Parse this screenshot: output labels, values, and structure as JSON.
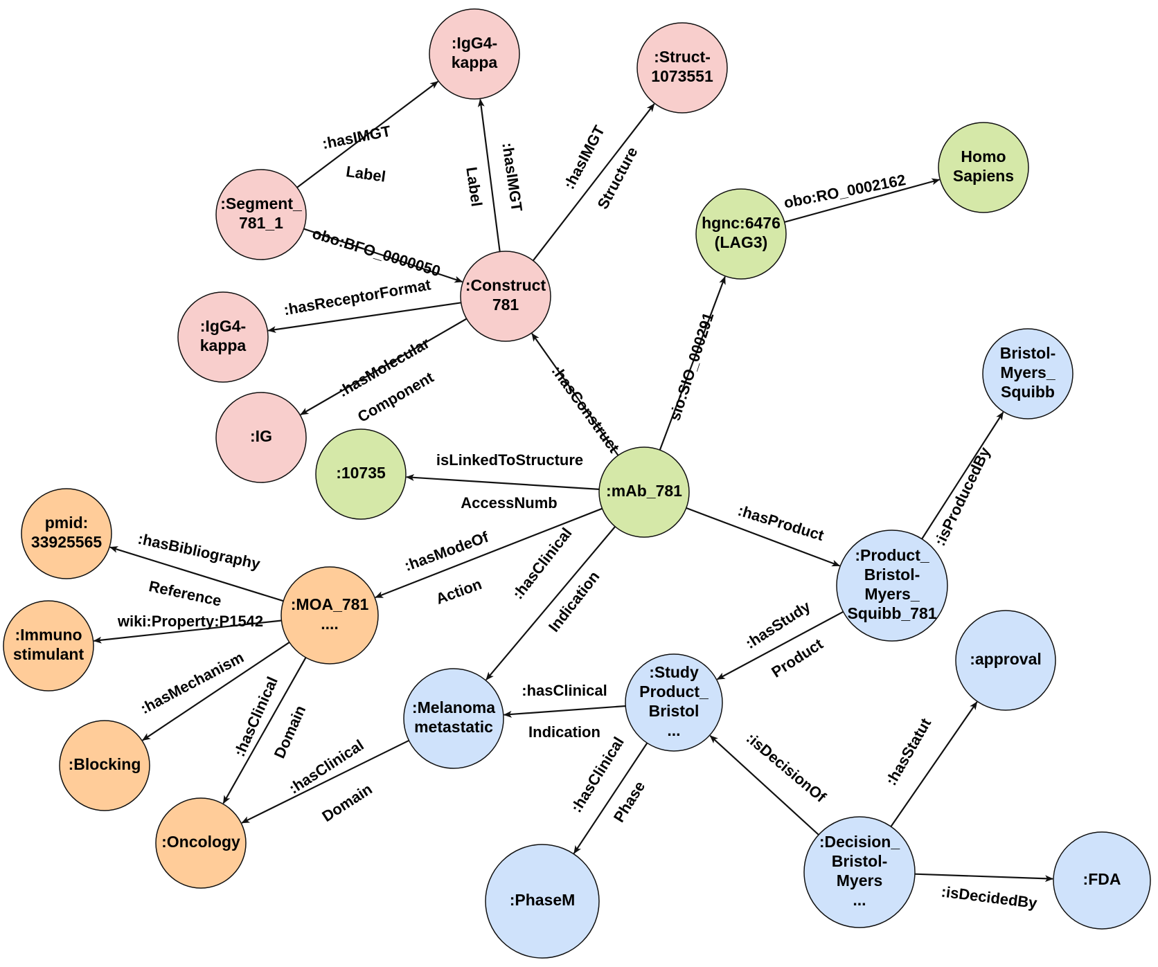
{
  "palette": {
    "pink": "#f8cecc",
    "green": "#d5e8a8",
    "orange": "#ffcc99",
    "blue": "#cfe2fb",
    "stroke": "#111111"
  },
  "nodes": {
    "igg4_top": {
      "lines": [
        ":IgG4-",
        "kappa"
      ],
      "color": "pink"
    },
    "struct": {
      "lines": [
        ":Struct-",
        "1073551"
      ],
      "color": "pink"
    },
    "segment": {
      "lines": [
        ":Segment_",
        "781_1"
      ],
      "color": "pink"
    },
    "construct": {
      "lines": [
        ":Construct",
        "781"
      ],
      "color": "pink"
    },
    "igg4_left": {
      "lines": [
        ":IgG4-",
        "kappa"
      ],
      "color": "pink"
    },
    "ig": {
      "lines": [
        ":IG"
      ],
      "color": "pink"
    },
    "homo": {
      "lines": [
        "Homo",
        "Sapiens"
      ],
      "color": "green"
    },
    "hgnc": {
      "lines": [
        "hgnc:6476",
        "(LAG3)"
      ],
      "color": "green"
    },
    "n10735": {
      "lines": [
        ":10735"
      ],
      "color": "green"
    },
    "mab": {
      "lines": [
        ":mAb_781"
      ],
      "color": "green"
    },
    "bms": {
      "lines": [
        "Bristol-",
        "Myers_",
        "Squibb"
      ],
      "color": "blue"
    },
    "product": {
      "lines": [
        ":Product_",
        "Bristol-",
        "Myers_",
        "Squibb_781"
      ],
      "color": "blue"
    },
    "pmid": {
      "lines": [
        "pmid:",
        "33925565"
      ],
      "color": "orange"
    },
    "moa": {
      "lines": [
        ":MOA_781",
        "...."
      ],
      "color": "orange"
    },
    "immuno": {
      "lines": [
        ":Immuno",
        "stimulant"
      ],
      "color": "orange"
    },
    "blocking": {
      "lines": [
        ":Blocking"
      ],
      "color": "orange"
    },
    "oncology": {
      "lines": [
        ":Oncology"
      ],
      "color": "orange"
    },
    "melanoma": {
      "lines": [
        ":Melanoma",
        "metastatic"
      ],
      "color": "blue"
    },
    "study": {
      "lines": [
        ":Study",
        "Product_",
        "Bristol",
        "..."
      ],
      "color": "blue"
    },
    "approval": {
      "lines": [
        ":approval"
      ],
      "color": "blue"
    },
    "decision": {
      "lines": [
        ":Decision_",
        "Bristol-",
        "Myers",
        "..."
      ],
      "color": "blue"
    },
    "phasem": {
      "lines": [
        ":PhaseM"
      ],
      "color": "blue"
    },
    "fda": {
      "lines": [
        ":FDA"
      ],
      "color": "blue"
    }
  },
  "edges": [
    {
      "from": "segment",
      "to": "igg4_top",
      "labels": [
        ":hasIMGT",
        "Label"
      ]
    },
    {
      "from": "construct",
      "to": "igg4_top",
      "labels": [
        ":hasIMGT",
        "Label"
      ]
    },
    {
      "from": "construct",
      "to": "struct",
      "labels": [
        ":hasIMGT",
        "Structure"
      ]
    },
    {
      "from": "segment",
      "to": "construct",
      "labels": [
        "obo:BFO_0000050"
      ]
    },
    {
      "from": "construct",
      "to": "igg4_left",
      "labels": [
        ":hasReceptorFormat"
      ]
    },
    {
      "from": "construct",
      "to": "ig",
      "labels": [
        ":hasMolecular",
        "Component"
      ]
    },
    {
      "from": "hgnc",
      "to": "homo",
      "labels": [
        "obo:RO_0002162"
      ]
    },
    {
      "from": "mab",
      "to": "construct",
      "labels": [
        ":hasConstruct"
      ]
    },
    {
      "from": "mab",
      "to": "hgnc",
      "labels": [
        "sio:SIO_000291"
      ]
    },
    {
      "from": "mab",
      "to": "n10735",
      "labels": [
        "isLinkedToStructure",
        "AccessNumb"
      ]
    },
    {
      "from": "mab",
      "to": "product",
      "labels": [
        ":hasProduct"
      ]
    },
    {
      "from": "mab",
      "to": "moa",
      "labels": [
        ":hasModeOf",
        "Action"
      ]
    },
    {
      "from": "mab",
      "to": "melanoma",
      "labels": [
        ":hasClinical",
        "Indication"
      ]
    },
    {
      "from": "product",
      "to": "bms",
      "labels": [
        ":isProducedBy"
      ]
    },
    {
      "from": "product",
      "to": "study",
      "labels": [
        ":hasStudy",
        "Product"
      ]
    },
    {
      "from": "moa",
      "to": "pmid",
      "labels": [
        ":hasBibliography",
        "Reference"
      ]
    },
    {
      "from": "moa",
      "to": "immuno",
      "labels": [
        "wiki:Property:P1542"
      ]
    },
    {
      "from": "moa",
      "to": "blocking",
      "labels": [
        ":hasMechanism"
      ]
    },
    {
      "from": "moa",
      "to": "oncology",
      "labels": [
        ":hasClinical",
        "Domain"
      ]
    },
    {
      "from": "melanoma",
      "to": "oncology",
      "labels": [
        ":hasClinical",
        "Domain"
      ]
    },
    {
      "from": "study",
      "to": "melanoma",
      "labels": [
        ":hasClinical",
        "Indication"
      ]
    },
    {
      "from": "study",
      "to": "phasem",
      "labels": [
        ":hasClinical",
        "Phase"
      ]
    },
    {
      "from": "decision",
      "to": "study",
      "labels": [
        ":isDecisionOf"
      ]
    },
    {
      "from": "decision",
      "to": "approval",
      "labels": [
        ":hasStatut"
      ]
    },
    {
      "from": "decision",
      "to": "fda",
      "labels": [
        ":isDecidedBy"
      ]
    }
  ]
}
